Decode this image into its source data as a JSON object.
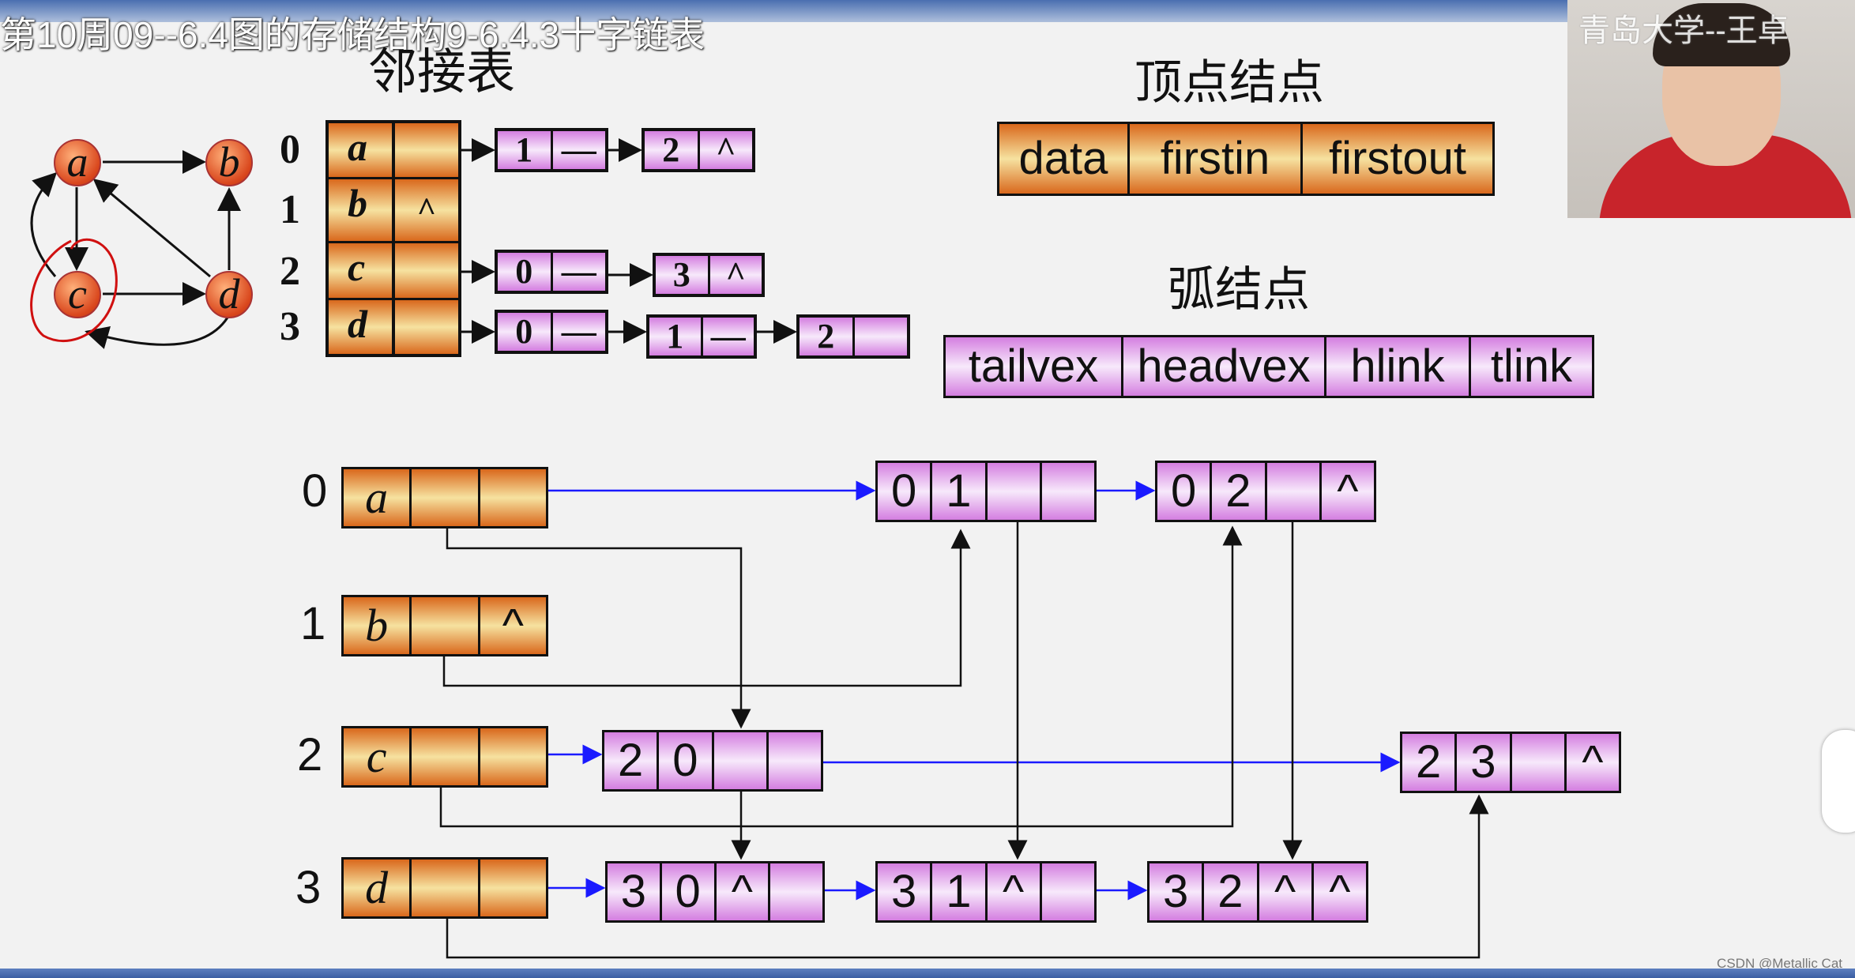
{
  "header": {
    "title": "第10周09--6.4图的存储结构9-6.4.3十字链表"
  },
  "video": {
    "watermark": "青岛大学--王卓"
  },
  "credit": "CSDN @Metallic Cat",
  "graph": {
    "vertices": [
      "a",
      "b",
      "c",
      "d"
    ]
  },
  "adjacency": {
    "heading": "邻接表",
    "rows": [
      {
        "index": "0",
        "data": "a",
        "ptr": "",
        "nodes": [
          {
            "v": "1",
            "p": "—"
          },
          {
            "v": "2",
            "p": "^"
          }
        ]
      },
      {
        "index": "1",
        "data": "b",
        "ptr": "^",
        "nodes": []
      },
      {
        "index": "2",
        "data": "c",
        "ptr": "",
        "nodes": [
          {
            "v": "0",
            "p": "—"
          },
          {
            "v": "3",
            "p": "^"
          }
        ]
      },
      {
        "index": "3",
        "data": "d",
        "ptr": "",
        "nodes": [
          {
            "v": "0",
            "p": "—"
          },
          {
            "v": "1",
            "p": "—"
          },
          {
            "v": "2",
            "p": ""
          }
        ]
      }
    ]
  },
  "vertex_node": {
    "heading": "顶点结点",
    "fields": [
      "data",
      "firstin",
      "firstout"
    ]
  },
  "arc_node": {
    "heading": "弧结点",
    "fields": [
      "tailvex",
      "headvex",
      "hlink",
      "tlink"
    ]
  },
  "orthogonal": {
    "vertices": [
      {
        "index": "0",
        "data": "a",
        "firstin": "",
        "firstout": ""
      },
      {
        "index": "1",
        "data": "b",
        "firstin": "",
        "firstout": "^"
      },
      {
        "index": "2",
        "data": "c",
        "firstin": "",
        "firstout": ""
      },
      {
        "index": "3",
        "data": "d",
        "firstin": "",
        "firstout": ""
      }
    ],
    "arcs": [
      {
        "id": "a01",
        "tail": "0",
        "head": "1",
        "hlink": "",
        "tlink": ""
      },
      {
        "id": "a02",
        "tail": "0",
        "head": "2",
        "hlink": "",
        "tlink": "^"
      },
      {
        "id": "a20",
        "tail": "2",
        "head": "0",
        "hlink": "",
        "tlink": ""
      },
      {
        "id": "a23",
        "tail": "2",
        "head": "3",
        "hlink": "",
        "tlink": "^"
      },
      {
        "id": "a30",
        "tail": "3",
        "head": "0",
        "hlink": "^",
        "tlink": ""
      },
      {
        "id": "a31",
        "tail": "3",
        "head": "1",
        "hlink": "^",
        "tlink": ""
      },
      {
        "id": "a32",
        "tail": "3",
        "head": "2",
        "hlink": "^",
        "tlink": "^"
      }
    ]
  },
  "colors": {
    "vertex_fill": "#e8893a",
    "arc_fill": "#e3a6ec",
    "link_line": "#1a1aff",
    "annotation": "#d01010"
  }
}
